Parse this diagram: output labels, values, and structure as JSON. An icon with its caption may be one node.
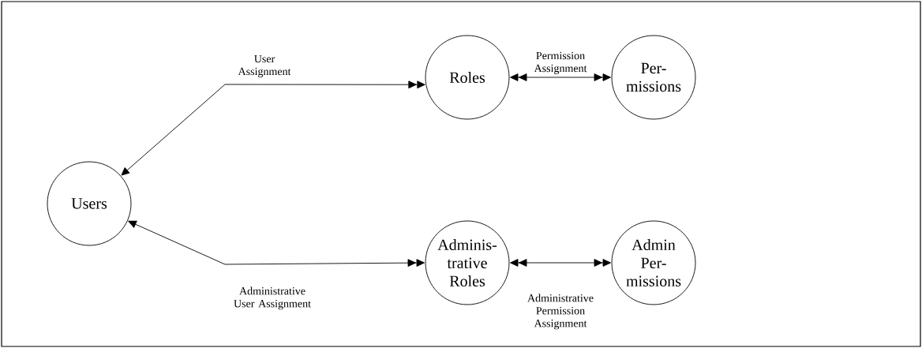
{
  "diagram": {
    "nodes": [
      {
        "text": [
          "Users"
        ]
      },
      {
        "text": [
          "Roles"
        ]
      },
      {
        "text": [
          "Per- missions"
        ]
      },
      {
        "text": [
          "Adminis- trative Roles"
        ]
      },
      {
        "text": [
          "Admin Per- missions"
        ]
      }
    ],
    "edges": [
      {
        "from": 0,
        "to": 1,
        "arrow": "both",
        "label": "User Assignment"
      },
      {
        "from": 1,
        "to": 2,
        "arrow": "both",
        "label": "Permission Assignment"
      },
      {
        "from": 0,
        "to": 3,
        "arrow": "both",
        "label": "Administrative User Assignment"
      },
      {
        "from": 3,
        "to": 4,
        "arrow": "both",
        "label": "Administrative Permission Assignment"
      }
    ]
  }
}
